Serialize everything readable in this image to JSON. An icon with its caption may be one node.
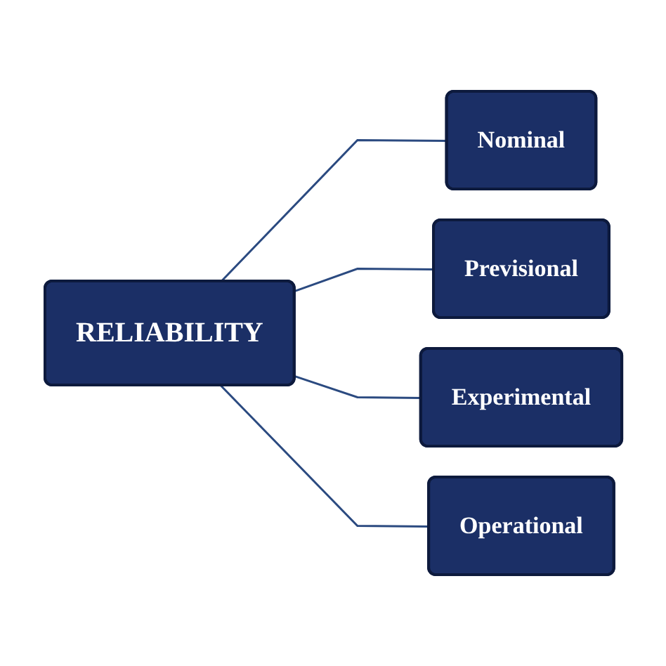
{
  "diagram": {
    "nodes": [
      {
        "text": [
          "RELIABILITY"
        ]
      },
      {
        "text": [
          "Nominal"
        ]
      },
      {
        "text": [
          "Previsional"
        ]
      },
      {
        "text": [
          "Experimental"
        ]
      },
      {
        "text": [
          "Operational"
        ]
      }
    ],
    "edges": [
      {
        "from": 0,
        "to": 1,
        "arrow": "none"
      },
      {
        "from": 0,
        "to": 2,
        "arrow": "none"
      },
      {
        "from": 0,
        "to": 3,
        "arrow": "none"
      },
      {
        "from": 0,
        "to": 4,
        "arrow": "none"
      }
    ]
  }
}
